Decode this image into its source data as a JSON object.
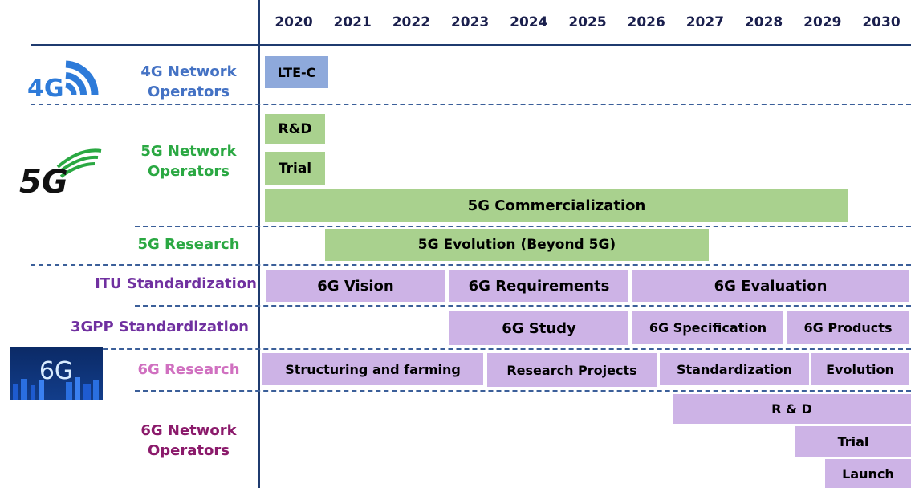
{
  "colors": {
    "lte": "#8ea9db",
    "fiveg": "#a9d18e",
    "sixg": "#cdb3e6",
    "label_4g": "#4472c4",
    "label_5g": "#2aa842",
    "label_itu": "#7030a0",
    "label_6g_research": "#d070c0",
    "label_6g_ops": "#8b1a6b"
  },
  "rows": {
    "r4g_ops": "4G Network\nOperators",
    "r5g_ops": "5G Network\nOperators",
    "r5g_research": "5G Research",
    "r_itu": "ITU Standardization",
    "r_3gpp": "3GPP Standardization",
    "r6g_research": "6G Research",
    "r6g_ops": "6G Network\nOperators"
  },
  "logos": {
    "fourg_text": "4G",
    "fiveg_text": "5G",
    "sixg_text": "6G"
  },
  "chart_data": {
    "type": "gantt",
    "x_labels": [
      "2020",
      "2021",
      "2022",
      "2023",
      "2024",
      "2025",
      "2026",
      "2027",
      "2028",
      "2029",
      "2030"
    ],
    "tasks": [
      {
        "row": "4G Network Operators",
        "label": "LTE-C",
        "start": 2020,
        "end": 2021,
        "color": "lte"
      },
      {
        "row": "5G Network Operators",
        "label": "R&D",
        "start": 2020,
        "end": 2021,
        "color": "fiveg"
      },
      {
        "row": "5G Network Operators",
        "label": "Trial",
        "start": 2020,
        "end": 2021,
        "color": "fiveg"
      },
      {
        "row": "5G Network Operators",
        "label": "5G Commercialization",
        "start": 2020,
        "end": 2029,
        "color": "fiveg"
      },
      {
        "row": "5G Research",
        "label": "5G Evolution (Beyond 5G)",
        "start": 2021,
        "end": 2027,
        "color": "fiveg"
      },
      {
        "row": "ITU Standardization",
        "label": "6G Vision",
        "start": 2020,
        "end": 2023,
        "color": "sixg"
      },
      {
        "row": "ITU Standardization",
        "label": "6G Requirements",
        "start": 2023,
        "end": 2026,
        "color": "sixg"
      },
      {
        "row": "ITU Standardization",
        "label": "6G Evaluation",
        "start": 2026,
        "end": 2030,
        "color": "sixg"
      },
      {
        "row": "3GPP Standardization",
        "label": "6G Study",
        "start": 2023,
        "end": 2026,
        "color": "sixg"
      },
      {
        "row": "3GPP Standardization",
        "label": "6G Specification",
        "start": 2026,
        "end": 2028,
        "color": "sixg"
      },
      {
        "row": "3GPP Standardization",
        "label": "6G Products",
        "start": 2028,
        "end": 2030,
        "color": "sixg"
      },
      {
        "row": "6G Research",
        "label": "Structuring and farming",
        "start": 2020,
        "end": 2023,
        "color": "sixg"
      },
      {
        "row": "6G Research",
        "label": "Research Projects",
        "start": 2023,
        "end": 2026,
        "color": "sixg"
      },
      {
        "row": "6G Research",
        "label": "Standardization",
        "start": 2026,
        "end": 2028,
        "color": "sixg"
      },
      {
        "row": "6G Research",
        "label": "Evolution",
        "start": 2028,
        "end": 2030,
        "color": "sixg"
      },
      {
        "row": "6G Network Operators",
        "label": "R & D",
        "start": 2027,
        "end": 2030,
        "color": "sixg"
      },
      {
        "row": "6G Network Operators",
        "label": "Trial",
        "start": 2029,
        "end": 2030,
        "color": "sixg"
      },
      {
        "row": "6G Network Operators",
        "label": "Launch",
        "start": 2029,
        "end": 2030,
        "color": "sixg"
      }
    ]
  }
}
